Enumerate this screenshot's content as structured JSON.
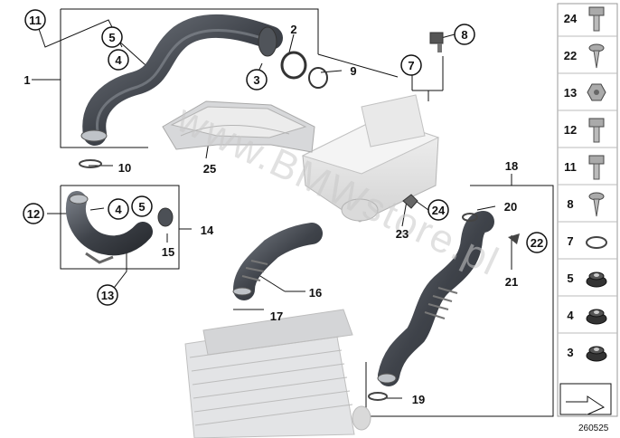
{
  "diagram": {
    "watermark": "www.BMWstore.pl",
    "reference_number": "260525",
    "callouts": [
      "1",
      "2",
      "3",
      "4",
      "5",
      "7",
      "8",
      "9",
      "10",
      "11",
      "12",
      "13",
      "14",
      "15",
      "16",
      "17",
      "18",
      "19",
      "20",
      "21",
      "22",
      "23",
      "24",
      "25"
    ],
    "side_legend": [
      "24",
      "22",
      "13",
      "12",
      "11",
      "8",
      "7",
      "5",
      "4",
      "3"
    ]
  }
}
